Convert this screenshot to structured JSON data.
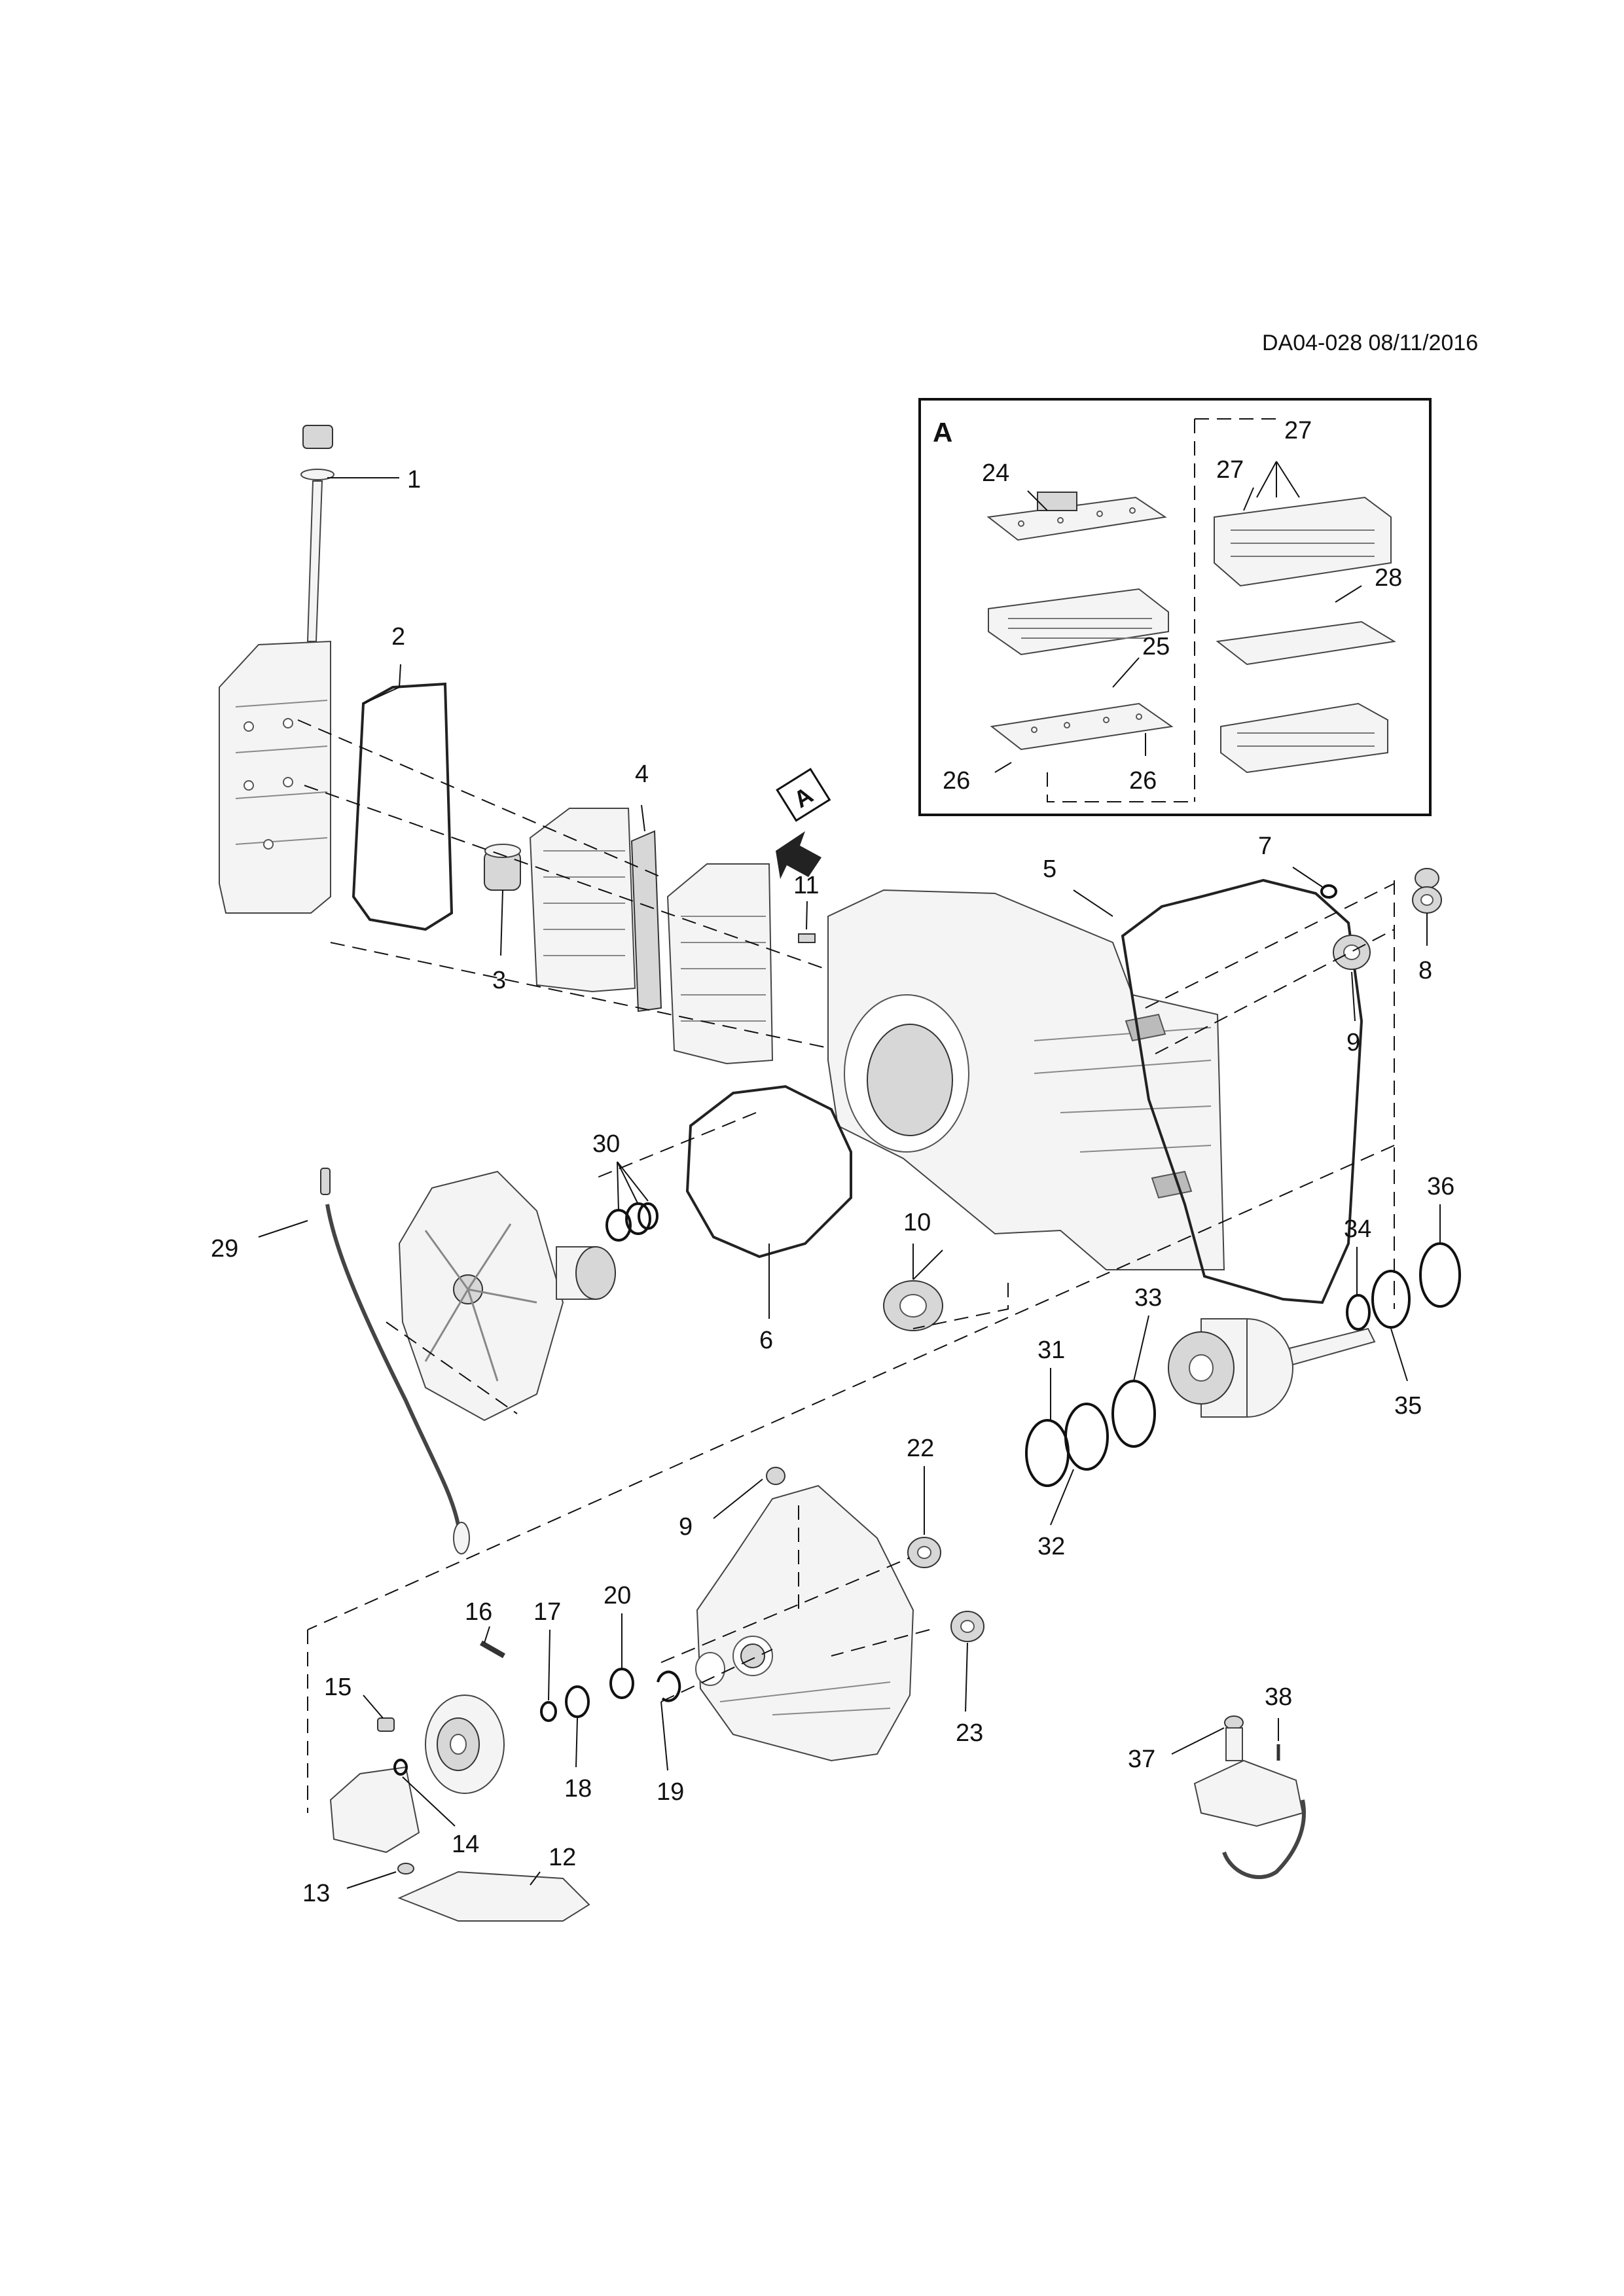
{
  "document_id": "DA04-028 08/11/2016",
  "inset": {
    "label": "A"
  },
  "view_arrow": {
    "label": "A"
  },
  "callouts": [
    {
      "id": "c1",
      "label": "1"
    },
    {
      "id": "c2",
      "label": "2"
    },
    {
      "id": "c3",
      "label": "3"
    },
    {
      "id": "c4",
      "label": "4"
    },
    {
      "id": "c5",
      "label": "5"
    },
    {
      "id": "c6",
      "label": "6"
    },
    {
      "id": "c7",
      "label": "7"
    },
    {
      "id": "c8",
      "label": "8"
    },
    {
      "id": "c9a",
      "label": "9"
    },
    {
      "id": "c9b",
      "label": "9"
    },
    {
      "id": "c10",
      "label": "10"
    },
    {
      "id": "c11",
      "label": "11"
    },
    {
      "id": "c12",
      "label": "12"
    },
    {
      "id": "c13",
      "label": "13"
    },
    {
      "id": "c14",
      "label": "14"
    },
    {
      "id": "c15",
      "label": "15"
    },
    {
      "id": "c16",
      "label": "16"
    },
    {
      "id": "c17",
      "label": "17"
    },
    {
      "id": "c18",
      "label": "18"
    },
    {
      "id": "c19",
      "label": "19"
    },
    {
      "id": "c20",
      "label": "20"
    },
    {
      "id": "c22",
      "label": "22"
    },
    {
      "id": "c23",
      "label": "23"
    },
    {
      "id": "c24",
      "label": "24"
    },
    {
      "id": "c25",
      "label": "25"
    },
    {
      "id": "c26a",
      "label": "26"
    },
    {
      "id": "c26b",
      "label": "26"
    },
    {
      "id": "c27a",
      "label": "27"
    },
    {
      "id": "c27b",
      "label": "27"
    },
    {
      "id": "c28",
      "label": "28"
    },
    {
      "id": "c29",
      "label": "29"
    },
    {
      "id": "c30",
      "label": "30"
    },
    {
      "id": "c31",
      "label": "31"
    },
    {
      "id": "c32",
      "label": "32"
    },
    {
      "id": "c33",
      "label": "33"
    },
    {
      "id": "c34",
      "label": "34"
    },
    {
      "id": "c35",
      "label": "35"
    },
    {
      "id": "c36",
      "label": "36"
    },
    {
      "id": "c37",
      "label": "37"
    },
    {
      "id": "c38",
      "label": "38"
    }
  ]
}
